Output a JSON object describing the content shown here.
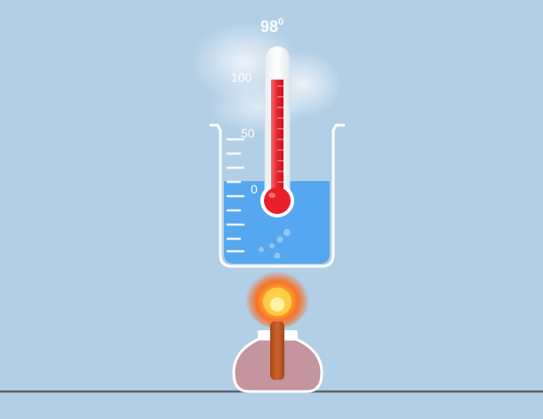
{
  "thermometer": {
    "reading": "98",
    "degree_symbol": "0",
    "temperature": 98,
    "scale_labels": {
      "t100": "100",
      "t50": "50",
      "t0": "0"
    },
    "liquid_color": "#e8202a"
  },
  "beaker": {
    "water_color": "#55a7ef",
    "water_level_fraction": 0.55
  },
  "burner": {
    "flame_state": "lit",
    "flame_color": "#ff8a1e",
    "body_color": "#c4949f"
  },
  "scene": {
    "background_color": "#b3cfe6",
    "bench_color": "#5b6670"
  }
}
